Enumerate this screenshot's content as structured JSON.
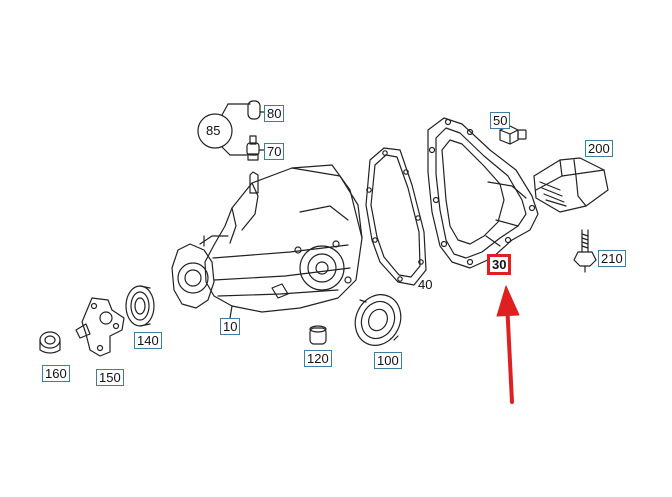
{
  "callouts": {
    "p80": "80",
    "p85": "85",
    "p70": "70",
    "p50": "50",
    "p200": "200",
    "p40": "40",
    "p30": "30",
    "p210": "210",
    "p10": "10",
    "p140": "140",
    "p160": "160",
    "p150": "150",
    "p120": "120",
    "p100": "100"
  },
  "colors": {
    "line": "#222222",
    "callout_border": "#3c7fa3",
    "highlight": "#e02020"
  }
}
